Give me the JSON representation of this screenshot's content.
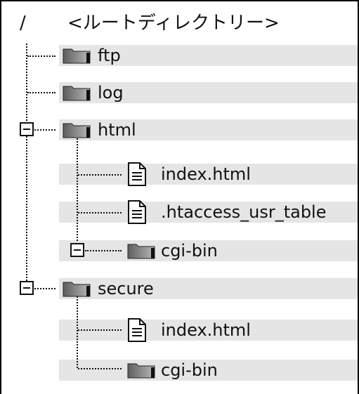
{
  "root": {
    "slash": "/",
    "label": "<ルートディレクトリー>"
  },
  "items": [
    {
      "name": "ftp",
      "type": "folder"
    },
    {
      "name": "log",
      "type": "folder"
    },
    {
      "name": "html",
      "type": "folder",
      "expanded": true
    },
    {
      "name": "index.html",
      "type": "file"
    },
    {
      "name": ".htaccess_usr_table",
      "type": "file"
    },
    {
      "name": "cgi-bin",
      "type": "folder",
      "expanded": true
    },
    {
      "name": "secure",
      "type": "folder",
      "expanded": true
    },
    {
      "name": "index.html",
      "type": "file"
    },
    {
      "name": "cgi-bin",
      "type": "folder"
    }
  ],
  "colors": {
    "row_background": "#e5e5e5",
    "line": "#111111",
    "border": "#000000"
  }
}
